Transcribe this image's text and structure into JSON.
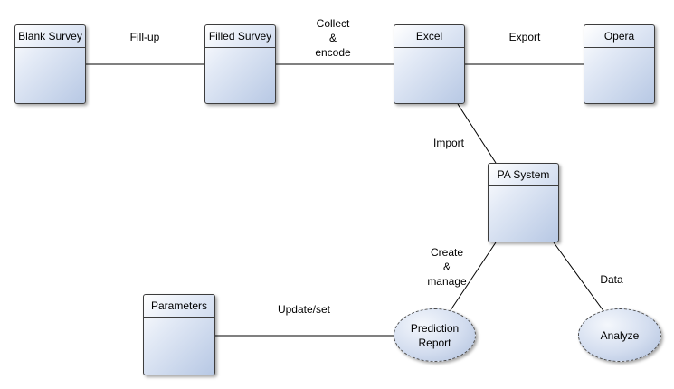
{
  "nodes": {
    "blank_survey": "Blank Survey",
    "filled_survey": "Filled Survey",
    "excel": "Excel",
    "opera": "Opera",
    "pa_system": "PA System",
    "parameters": "Parameters",
    "prediction_report": "Prediction\nReport",
    "analyze": "Analyze"
  },
  "edges": {
    "fill_up": "Fill-up",
    "collect_encode": "Collect\n&\nencode",
    "export": "Export",
    "import": "Import",
    "create_manage": "Create\n&\nmanage",
    "data": "Data",
    "update_set": "Update/set"
  },
  "colors": {
    "box_fill": "#b7c8e4",
    "line": "#000000"
  }
}
